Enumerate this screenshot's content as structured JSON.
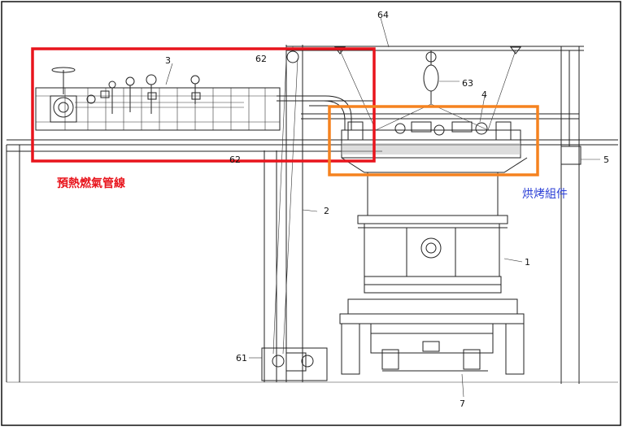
{
  "labels": {
    "l3": "3",
    "l62": "62",
    "l64": "64",
    "l63": "63",
    "l4": "4",
    "l5": "5",
    "l2": "2",
    "l1": "1",
    "l61": "61",
    "l7": "7",
    "l62b": "62"
  },
  "annotations": {
    "preheat_pipeline": "預熱燃氣管線",
    "baking_assembly": "烘烤組件"
  },
  "colors": {
    "red_box": "#e8141c",
    "orange_box": "#f5821f",
    "red_text": "#e8141c",
    "blue_text": "#2b3fd6"
  }
}
